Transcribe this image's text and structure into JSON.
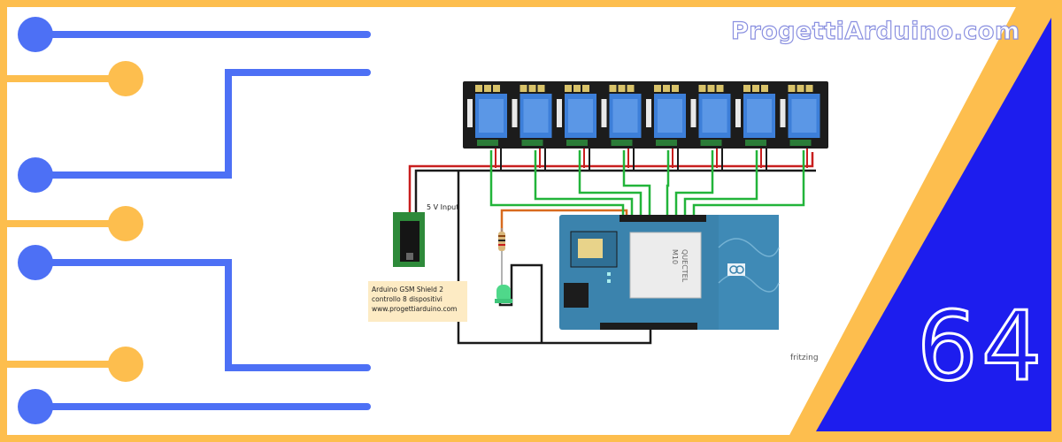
{
  "banner": {
    "brand": "ProgettiArduino.com",
    "episode_number": "64"
  },
  "schematic": {
    "power_label": "5 V Input",
    "note_lines": [
      "Arduino GSM Shield 2",
      "controllo 8 dispositivi",
      "www.progettiarduino.com"
    ],
    "module_label_lines": [
      "QUECTEL",
      "M10"
    ],
    "watermark": "fritzing"
  },
  "colors": {
    "yellow": "#fdbe4e",
    "blue": "#4d70f5",
    "deep_blue": "#1d1dee",
    "relay_blue": "#3d7fd9",
    "wire_green": "#22b43a",
    "wire_red": "#c81e1e",
    "board_teal": "#3b83ad"
  }
}
